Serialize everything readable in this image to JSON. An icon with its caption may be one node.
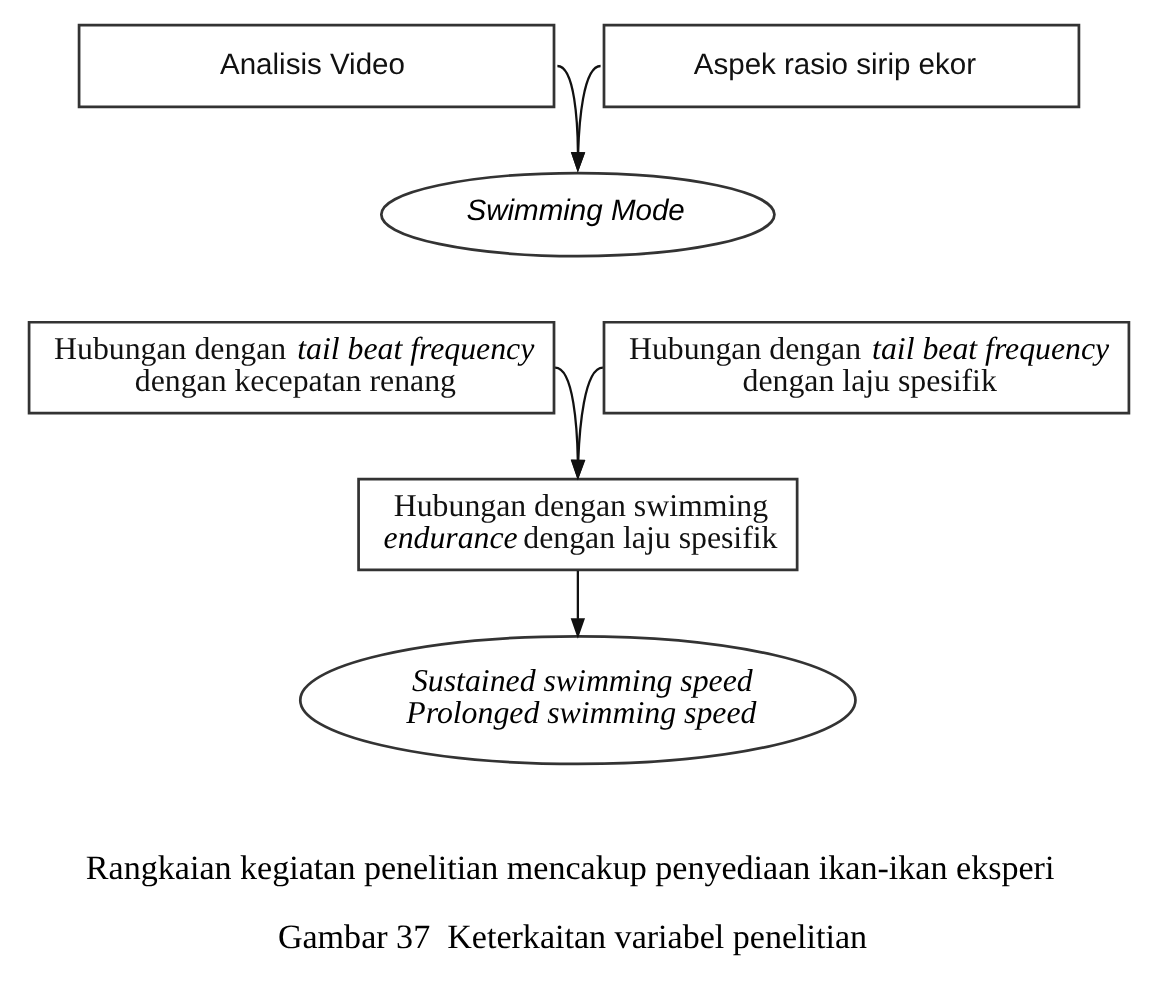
{
  "diagram": {
    "caption": "Gambar 37  Keterkaitan variabel penelitian",
    "nodes": [
      {
        "text": [
          "Analisis Video"
        ]
      },
      {
        "text": [
          "Aspek rasio sirip ekor"
        ]
      },
      {
        "text": [
          "Swimming Mode"
        ]
      },
      {
        "text": [
          "Hubungan dengan *tail beat frequency* dengan kecepatan renang"
        ]
      },
      {
        "text": [
          "Hubungan dengan *tail beat frequency* dengan laju spesifik"
        ]
      },
      {
        "text": [
          "Hubungan dengan swimming *endurance* dengan laju spesifik"
        ]
      },
      {
        "text": [
          "Sustained swimming speed Prolonged swimming speed"
        ]
      }
    ],
    "edges": [
      {
        "from": 0,
        "to": 2,
        "arrow": "to"
      },
      {
        "from": 1,
        "to": 2,
        "arrow": "to"
      },
      {
        "from": 3,
        "to": 5,
        "arrow": "to"
      },
      {
        "from": 4,
        "to": 5,
        "arrow": "to"
      },
      {
        "from": 5,
        "to": 6,
        "arrow": "to"
      }
    ],
    "labels": [
      "Rangkaian kegiatan penelitian mencakup penyediaan ikan-ikan eksperi"
    ]
  }
}
